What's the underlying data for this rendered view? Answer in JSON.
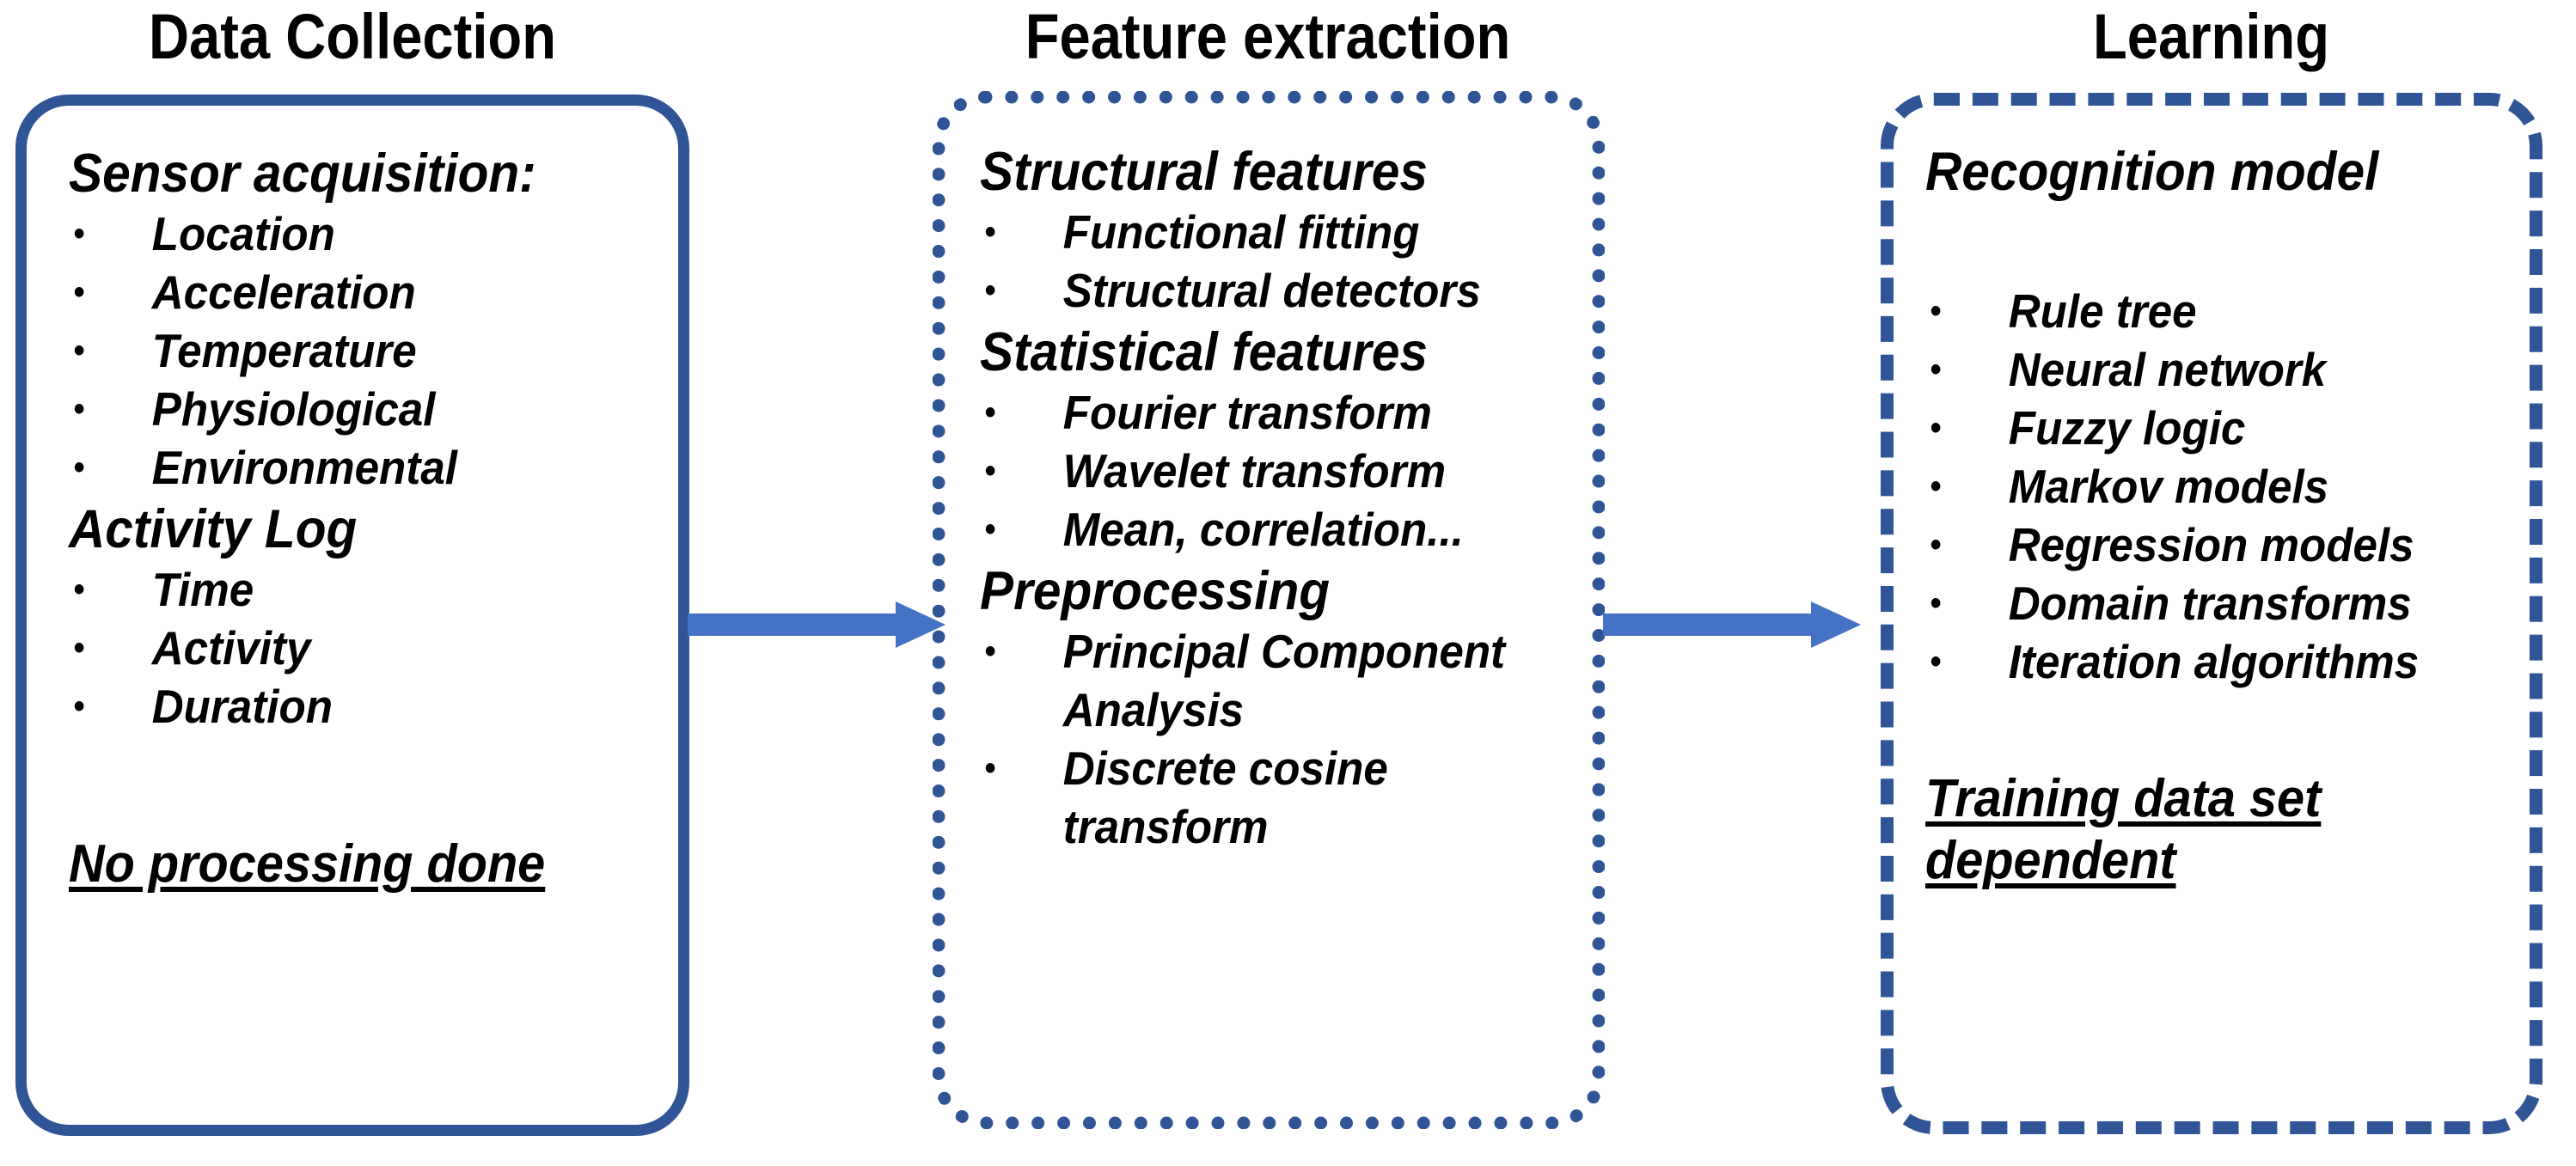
{
  "diagram": {
    "title_color": "#000000",
    "border_color": "#2F5597",
    "arrow_color": "#4472C4",
    "stages": [
      {
        "title": "Data Collection",
        "border_style": "solid",
        "groups": [
          {
            "heading": "Sensor acquisition:",
            "items": [
              "Location",
              "Acceleration",
              "Temperature",
              "Physiological",
              "Environmental"
            ]
          },
          {
            "heading": "Activity Log",
            "items": [
              "Time",
              "Activity",
              "Duration"
            ]
          }
        ],
        "footer": "No processing done"
      },
      {
        "title": "Feature extraction",
        "border_style": "dotted",
        "groups": [
          {
            "heading": "Structural features",
            "items": [
              "Functional fitting",
              "Structural detectors"
            ]
          },
          {
            "heading": "Statistical features",
            "items": [
              "Fourier transform",
              "Wavelet transform",
              "Mean, correlation..."
            ]
          },
          {
            "heading": "Preprocessing",
            "items": [
              "Principal Component Analysis",
              "Discrete cosine transform"
            ]
          }
        ],
        "footer": ""
      },
      {
        "title": "Learning",
        "border_style": "dashed",
        "groups": [
          {
            "heading": "Recognition model",
            "items": [
              "Rule tree",
              "Neural network",
              "Fuzzy logic",
              "Markov models",
              "Regression models",
              "Domain transforms",
              "Iteration algorithms"
            ]
          }
        ],
        "footer": "Training data set dependent"
      }
    ],
    "connectors": [
      {
        "name": "arrow-collection-to-extraction",
        "from": "Data Collection",
        "to": "Feature extraction"
      },
      {
        "name": "arrow-extraction-to-learning",
        "from": "Feature extraction",
        "to": "Learning"
      }
    ],
    "bullet_glyph": "•"
  }
}
